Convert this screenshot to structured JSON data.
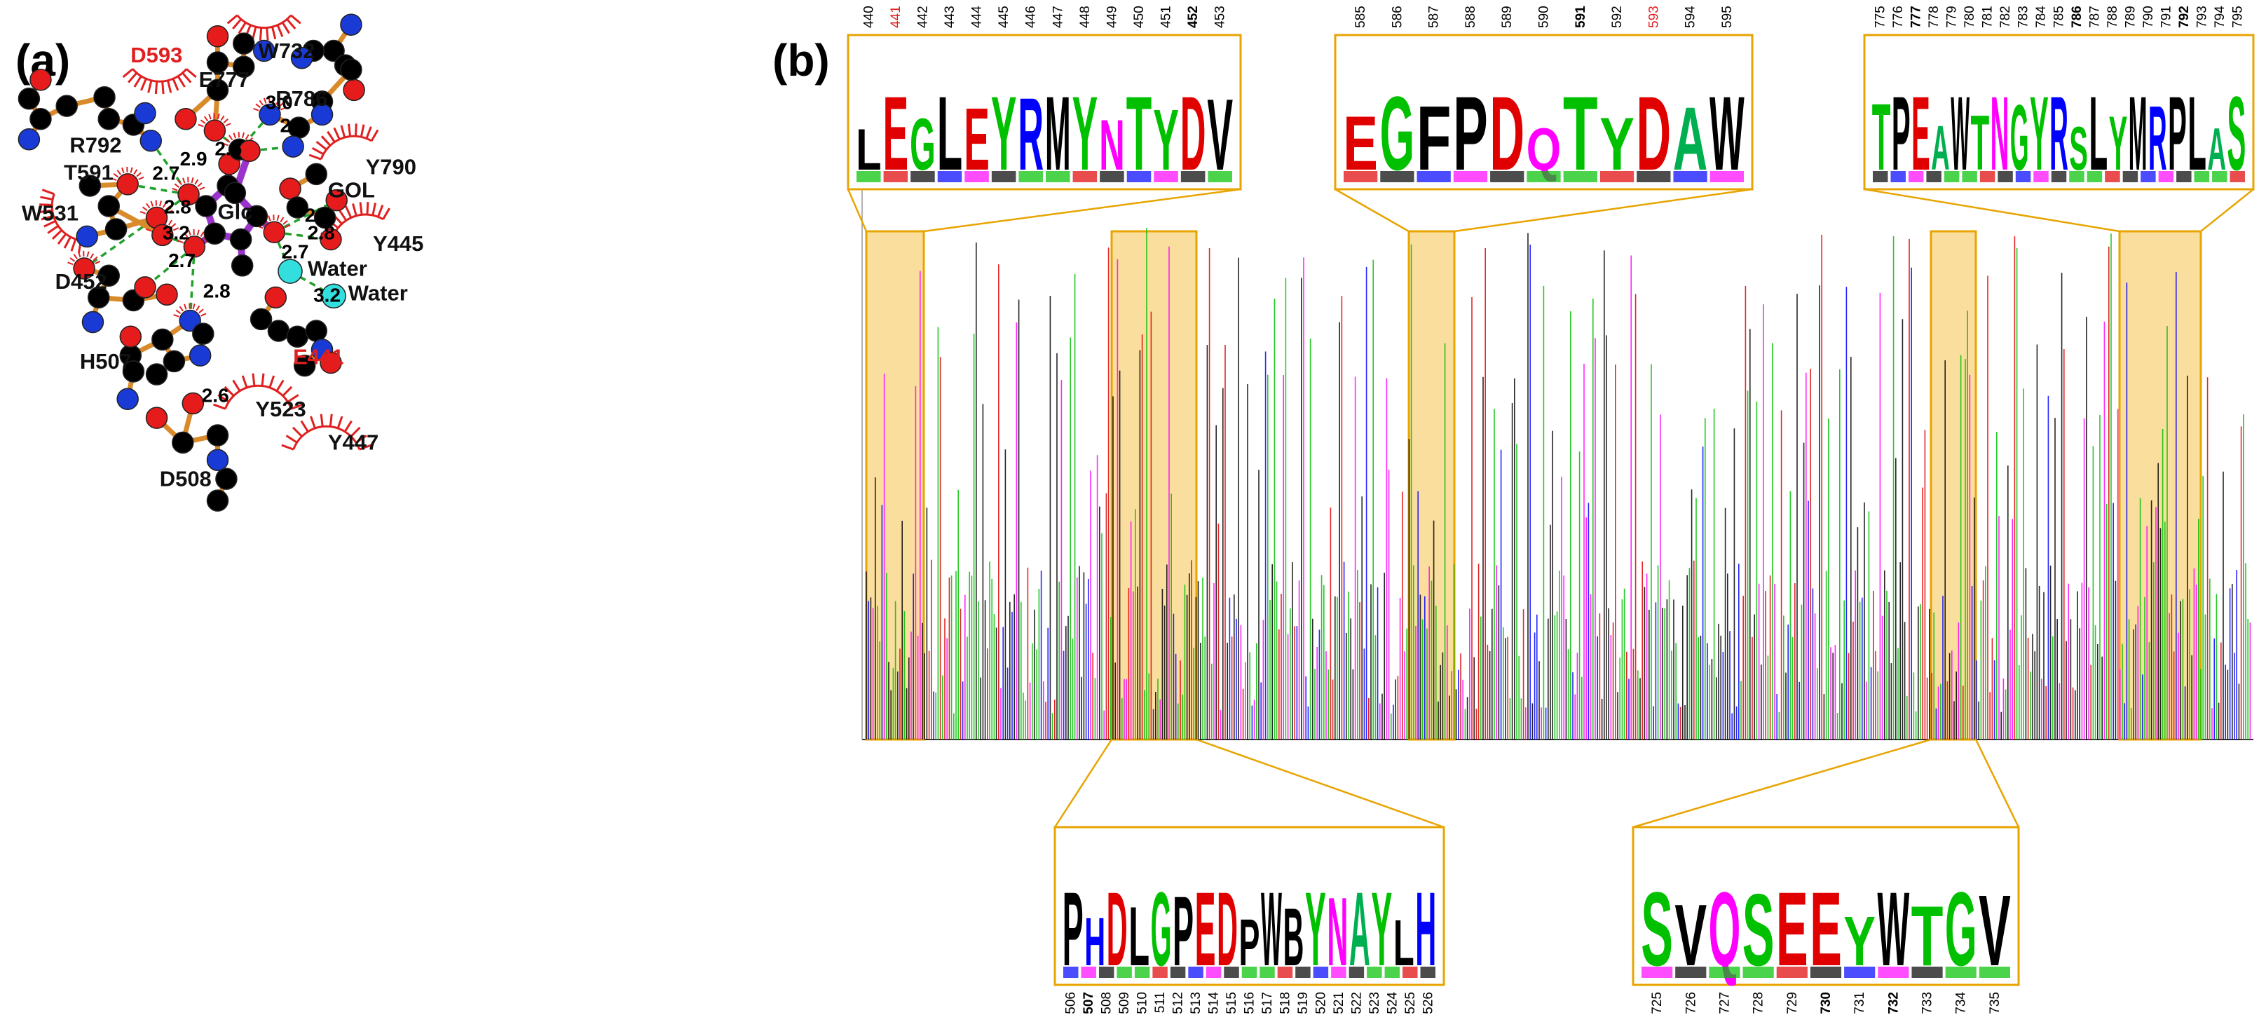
{
  "panels": {
    "a": "(a)",
    "b": "(b)"
  },
  "colors": {
    "bond": "#d98a2b",
    "ligand_bond": "#9a33cc",
    "carbon": "#000000",
    "oxygen": "#e61b1b",
    "nitrogen": "#1a3ad6",
    "water": "#33dede",
    "hbond": "#22a12c",
    "hydrophobic": "#e02020",
    "highlight_fill": "#f5c34e",
    "highlight_stroke": "#e8a400",
    "logo_A": "#00b050",
    "logo_C": "#0070c0",
    "logo_D": "#e00000",
    "logo_E": "#e00000",
    "logo_G": "#00c000",
    "logo_H": "#0000ff",
    "logo_K": "#0000ff",
    "logo_R": "#0000ff",
    "logo_N": "#ff00ff",
    "logo_Q": "#ff00ff",
    "logo_S": "#00c000",
    "logo_T": "#00c000",
    "logo_Y": "#00c000",
    "logo_other": "#000000",
    "label_red": "#e02020",
    "label_black": "#111111"
  },
  "diagram": {
    "ligand": "Glc",
    "gol": "GOL",
    "water": "Water",
    "residues_black": [
      "W732",
      "E777",
      "R786",
      "R792",
      "Y790",
      "T591",
      "W531",
      "Y445",
      "D452",
      "H507",
      "Y523",
      "Y447",
      "D508"
    ],
    "residues_red": [
      "D593",
      "E441"
    ],
    "distances": [
      "3.0",
      "2.9",
      "2.6",
      "2.9",
      "2.7",
      "2.8",
      "3.2",
      "2.7",
      "2.8",
      "2.8",
      "2.8",
      "2.7",
      "3.2",
      "2.6"
    ]
  },
  "logos": [
    {
      "id": "logo-440-453",
      "positions": [
        "440",
        "441",
        "442",
        "443",
        "444",
        "445",
        "446",
        "447",
        "448",
        "449",
        "450",
        "451",
        "452",
        "453"
      ],
      "red_positions": [
        "441"
      ],
      "bold_positions": [
        "452"
      ],
      "sequence": "LEGLEYRMYNTYDV"
    },
    {
      "id": "logo-585-595",
      "positions": [
        "585",
        "586",
        "587",
        "588",
        "589",
        "590",
        "591",
        "592",
        "593",
        "594",
        "595"
      ],
      "red_positions": [
        "593"
      ],
      "bold_positions": [
        "591"
      ],
      "sequence": "EGFPDQTYDAW"
    },
    {
      "id": "logo-775-795",
      "positions": [
        "775",
        "776",
        "777",
        "778",
        "779",
        "780",
        "781",
        "782",
        "783",
        "784",
        "785",
        "786",
        "787",
        "788",
        "789",
        "790",
        "791",
        "792",
        "793",
        "794",
        "795"
      ],
      "red_positions": [],
      "bold_positions": [
        "777",
        "786",
        "792"
      ],
      "sequence": "TPEAWTNGYRSLYMRPLAS"
    },
    {
      "id": "logo-506-526",
      "positions": [
        "506",
        "507",
        "508",
        "509",
        "510",
        "511",
        "512",
        "513",
        "514",
        "515",
        "516",
        "517",
        "518",
        "519",
        "520",
        "521",
        "522",
        "523",
        "524",
        "525",
        "526"
      ],
      "red_positions": [],
      "bold_positions": [
        "507"
      ],
      "sequence": "PHDLGPEDPWBYNAYLH"
    },
    {
      "id": "logo-725-735",
      "positions": [
        "725",
        "726",
        "727",
        "728",
        "729",
        "730",
        "731",
        "732",
        "733",
        "734",
        "735"
      ],
      "red_positions": [],
      "bold_positions": [
        "730",
        "732"
      ],
      "sequence": "SVQSEEYWTGV"
    }
  ]
}
